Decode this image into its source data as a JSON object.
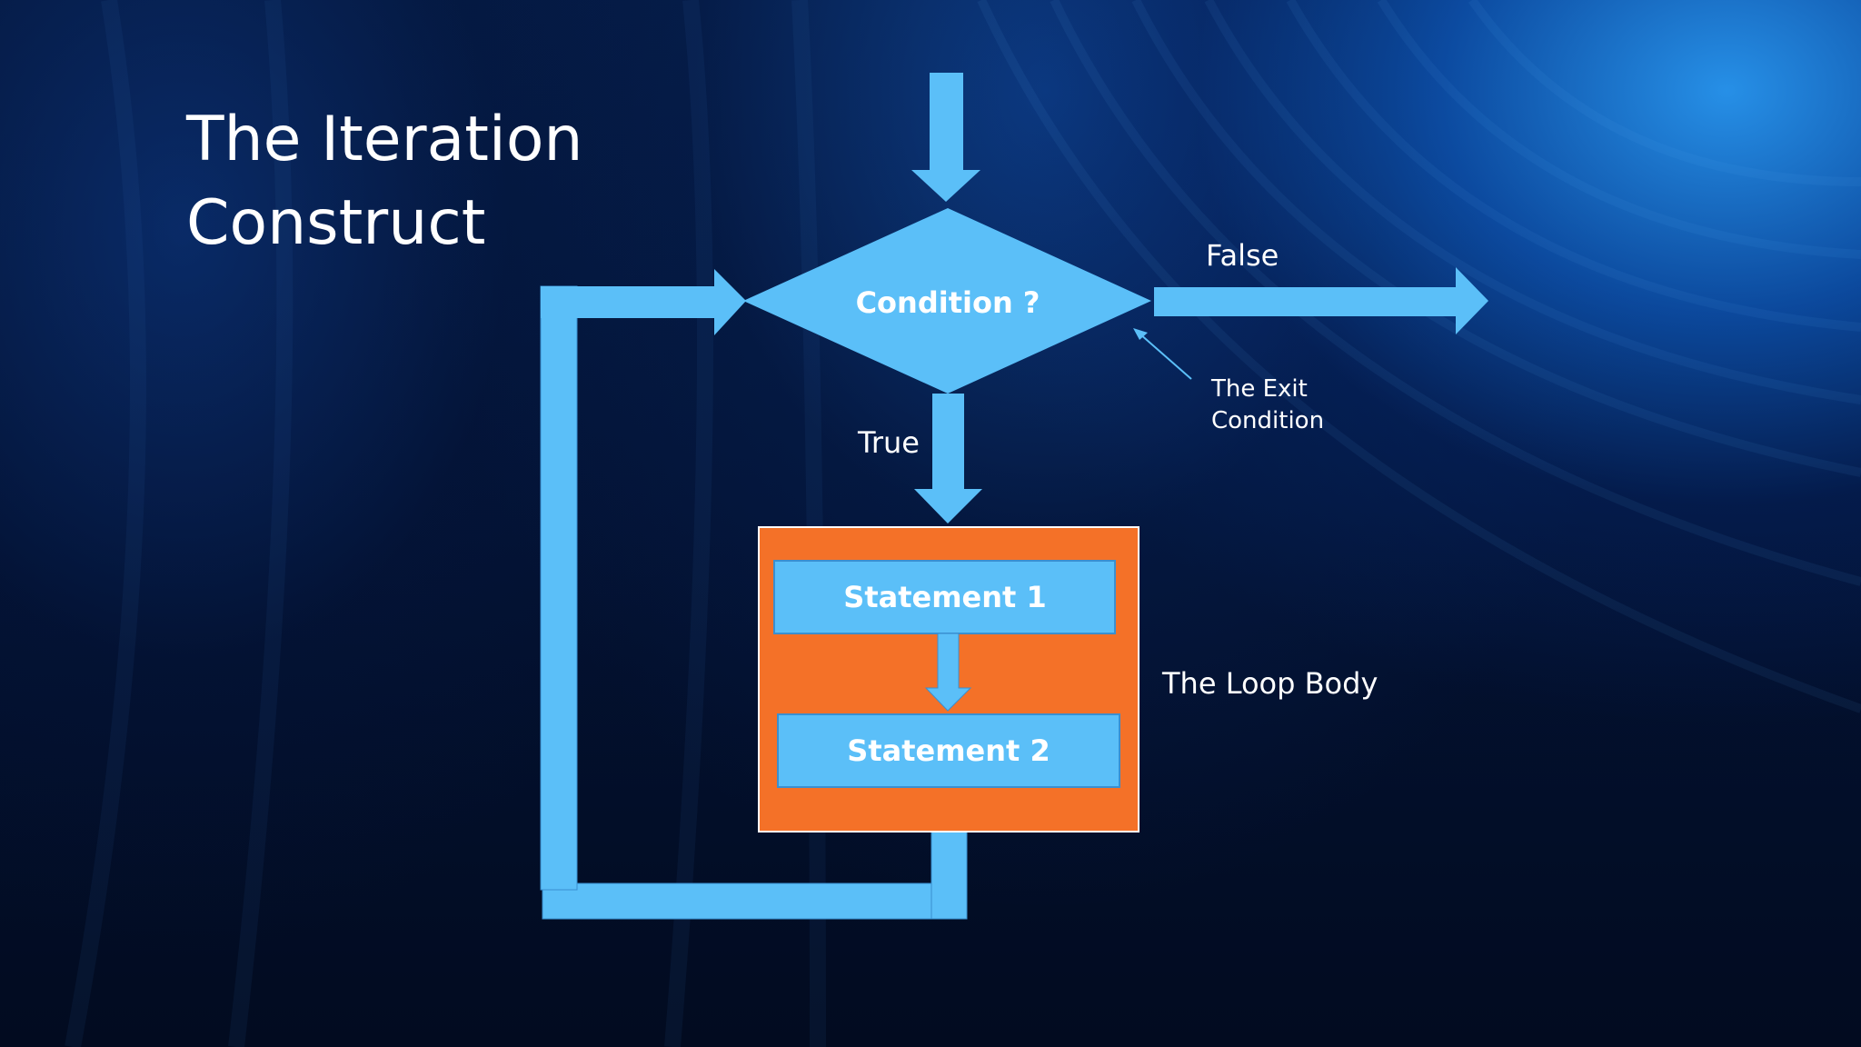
{
  "slide": {
    "title": "The Iteration\nConstruct"
  },
  "flowchart": {
    "condition_label": "Condition ?",
    "false_label": "False",
    "true_label": "True",
    "exit_annotation_line1": "The Exit",
    "exit_annotation_line2": "Condition",
    "statement1_label": "Statement 1",
    "statement2_label": "Statement 2",
    "loop_body_label": "The Loop Body"
  },
  "colors": {
    "shape_blue": "#5bbff8",
    "loop_body_orange": "#f47128",
    "text": "#ffffff"
  }
}
